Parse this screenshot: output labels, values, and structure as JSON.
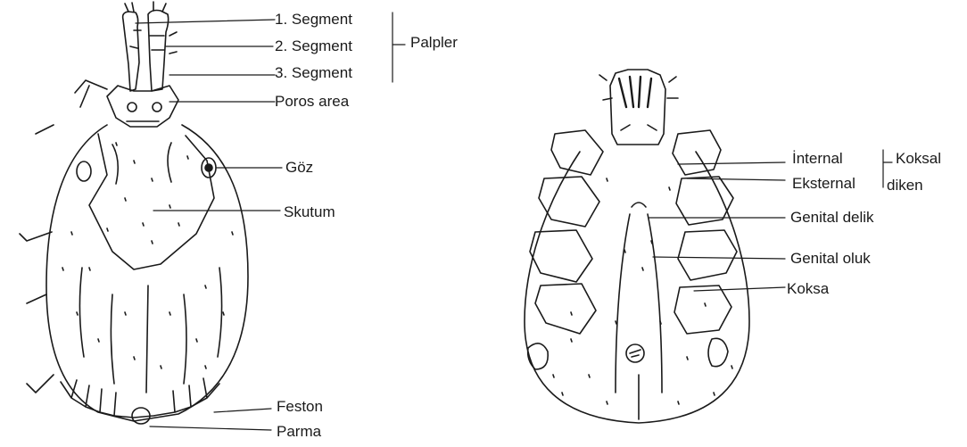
{
  "left_figure": {
    "labels": {
      "seg1": "1. Segment",
      "seg2": "2. Segment",
      "seg3": "3. Segment",
      "palpler": "Palpler",
      "poros": "Poros area",
      "goz": "Göz",
      "skutum": "Skutum",
      "feston": "Feston",
      "parma": "Parma"
    }
  },
  "right_figure": {
    "labels": {
      "internal": "İnternal",
      "eksternal": "Eksternal",
      "koksal": "Koksal",
      "diken": "diken",
      "genital_delik": "Genital delik",
      "genital_oluk": "Genital oluk",
      "koksa": "Koksa"
    }
  },
  "colors": {
    "ink": "#1a1a1a",
    "background": "#ffffff"
  }
}
